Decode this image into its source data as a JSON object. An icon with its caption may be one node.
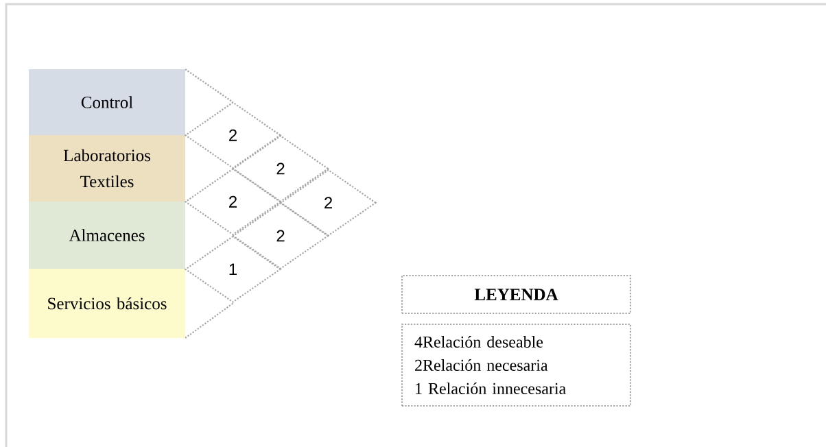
{
  "diagram": {
    "nodes": [
      {
        "text": [
          "Control"
        ]
      },
      {
        "text": [
          "Laboratorios Textiles"
        ]
      },
      {
        "text": [
          "Almacenes"
        ]
      },
      {
        "text": [
          "Servicios básicos"
        ]
      },
      {
        "text": [
          "2"
        ]
      },
      {
        "text": [
          "2"
        ]
      },
      {
        "text": [
          "2"
        ]
      },
      {
        "text": [
          "2"
        ]
      },
      {
        "text": [
          "2"
        ]
      },
      {
        "text": [
          "1"
        ]
      },
      {
        "text": [
          "LEYENDA"
        ]
      },
      {
        "text": [
          "4Relación deseable",
          "2Relación necesaria",
          "1 Relación  innecesaria"
        ]
      }
    ]
  }
}
